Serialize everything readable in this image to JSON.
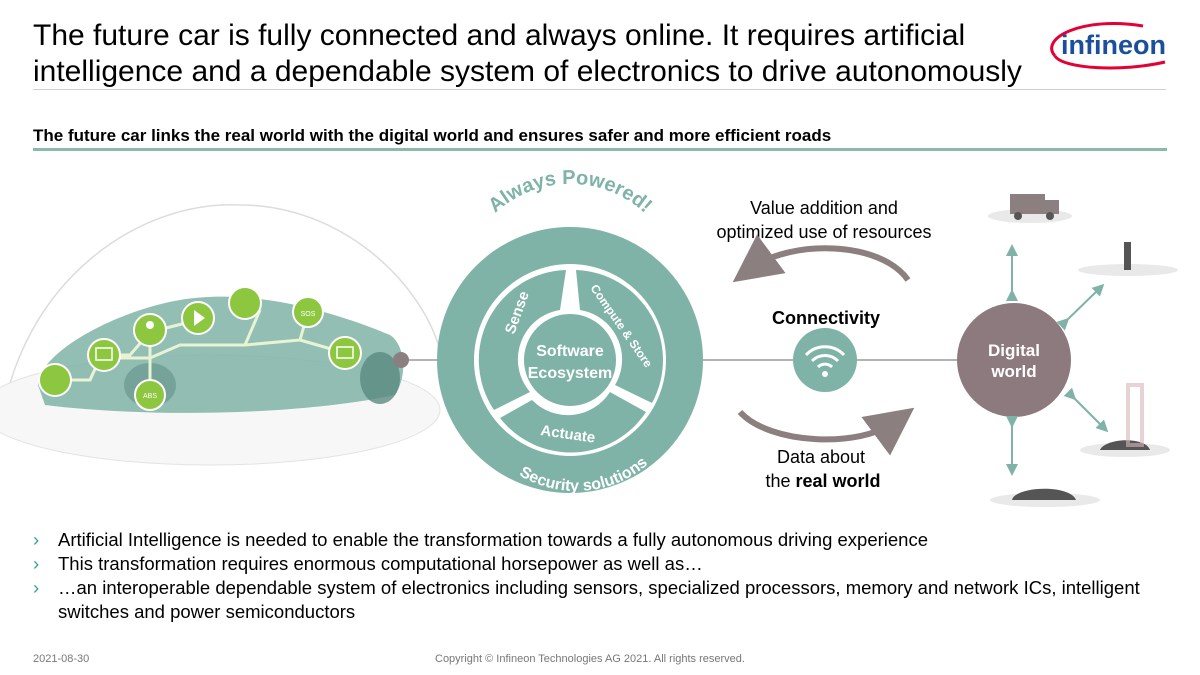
{
  "header": {
    "title_line1": "The future car is fully connected and always online. It requires artificial",
    "title_line2": "intelligence and a dependable system of electronics to drive autonomously",
    "logo_text": "infineon"
  },
  "subtitle": "The future car links the real world with the digital world and ensures safer and more efficient roads",
  "diagram": {
    "ring_top": "Always Powered!",
    "ring_bottom": "Security solutions",
    "segment_sense": "Sense",
    "segment_compute": "Compute & Store",
    "segment_actuate": "Actuate",
    "center_line1": "Software",
    "center_line2": "Ecosystem",
    "value_line1": "Value addition and",
    "value_line2": "optimized use of resources",
    "connectivity": "Connectivity",
    "data_line1": "Data about",
    "data_line2_prefix": "the ",
    "data_line2_bold": "real world",
    "digital_line1": "Digital",
    "digital_line2": "world",
    "abs_label": "ABS",
    "sos_label": "SOS",
    "colors": {
      "teal": "#7fb3a7",
      "teal_dark": "#5e9a8c",
      "green": "#8dc63f",
      "arrow_grey": "#8c7f80",
      "digital": "#8c7a7e",
      "accent": "#3a9d8e"
    }
  },
  "bullets": [
    "Artificial Intelligence is needed to enable the transformation towards a fully autonomous driving experience",
    "This transformation requires enormous computational horsepower as well as…",
    "…an interoperable dependable system of electronics including sensors, specialized processors, memory and network ICs, intelligent switches and power semiconductors"
  ],
  "bullet_mark": "›",
  "footer": {
    "date": "2021-08-30",
    "copyright": "Copyright © Infineon Technologies AG 2021. All rights reserved."
  }
}
